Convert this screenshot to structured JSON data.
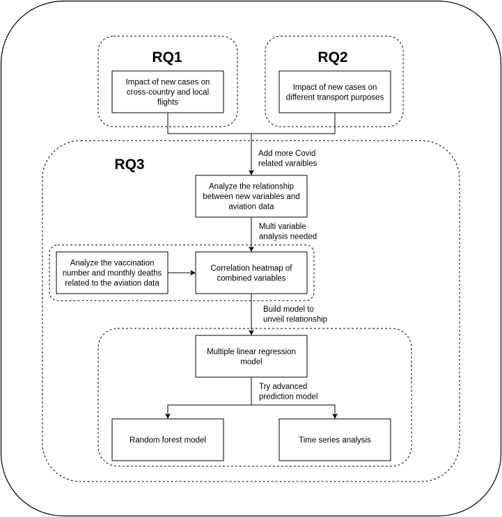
{
  "headings": {
    "rq1": "RQ1",
    "rq2": "RQ2",
    "rq3": "RQ3"
  },
  "nodes": {
    "rq1_box": [
      "Impact of new cases on",
      "cross-country and local",
      "flights"
    ],
    "rq2_box": [
      "Impact of new cases on",
      "different transport purposes"
    ],
    "analyze_relationship": [
      "Analyze the relationship",
      "between new variables and",
      "aviation data"
    ],
    "analyze_vaccination": [
      "Analyze the vaccination",
      "number and monthly deaths",
      "related to the aviation data"
    ],
    "correlation_heatmap": [
      "Correlation heatmap of",
      "combined variables"
    ],
    "mlr_model": [
      "Multiple linear regression",
      "model"
    ],
    "random_forest": [
      "Random forest model"
    ],
    "time_series": [
      "Time series analysis"
    ]
  },
  "edge_labels": {
    "add_covid": [
      "Add more Covid",
      "related varaibles"
    ],
    "multi_variable": [
      "Multi variable",
      "analysis needed"
    ],
    "build_model": [
      "Build model to",
      "unveil relationship"
    ],
    "try_advanced": [
      "Try advanced",
      "prediction model"
    ]
  },
  "colors": {
    "stroke": "#000000",
    "background": "#ffffff"
  }
}
